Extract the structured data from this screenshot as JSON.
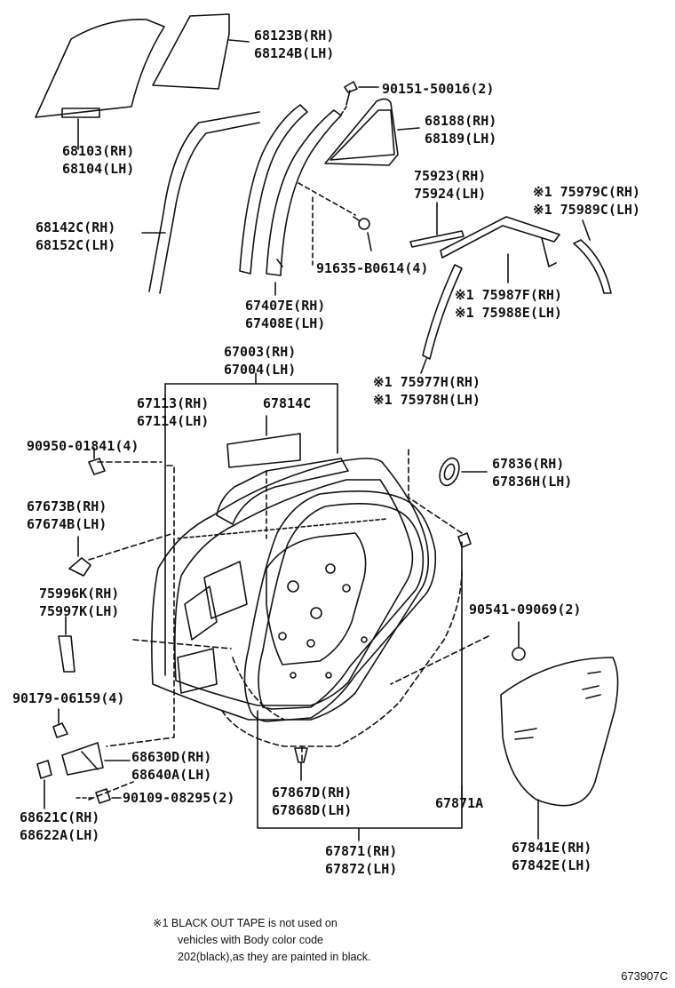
{
  "labels": {
    "p68123": [
      "68123B(RH)",
      "68124B(LH)"
    ],
    "p68103": [
      "68103(RH)",
      "68104(LH)"
    ],
    "p90151": [
      "90151-50016(2)"
    ],
    "p68188": [
      "68188(RH)",
      "68189(LH)"
    ],
    "p68142": [
      "68142C(RH)",
      "68152C(LH)"
    ],
    "p75923": [
      "75923(RH)",
      "75924(LH)"
    ],
    "p75979": [
      "※1 75979C(RH)",
      "※1 75989C(LH)"
    ],
    "p91635": [
      "91635-B0614(4)"
    ],
    "p67407": [
      "67407E(RH)",
      "67408E(LH)"
    ],
    "p75987": [
      "※1 75987F(RH)",
      "※1 75988E(LH)"
    ],
    "p67003": [
      "67003(RH)",
      "67004(LH)"
    ],
    "p75977": [
      "※1 75977H(RH)",
      "※1 75978H(LH)"
    ],
    "p67113": [
      "67113(RH)",
      "67114(LH)"
    ],
    "p67814": [
      "67814C"
    ],
    "p90950": [
      "90950-01841(4)"
    ],
    "p67836": [
      "67836(RH)",
      "67836H(LH)"
    ],
    "p67673": [
      "67673B(RH)",
      "67674B(LH)"
    ],
    "p75996": [
      "75996K(RH)",
      "75997K(LH)"
    ],
    "p90541": [
      "90541-09069(2)"
    ],
    "p90179": [
      "90179-06159(4)"
    ],
    "p68630": [
      "68630D(RH)",
      "68640A(LH)"
    ],
    "p90109": [
      "90109-08295(2)"
    ],
    "p67867": [
      "67867D(RH)",
      "67868D(LH)"
    ],
    "p67871A": [
      "67871A"
    ],
    "p68621": [
      "68621C(RH)",
      "68622A(LH)"
    ],
    "p67871": [
      "67871(RH)",
      "67872(LH)"
    ],
    "p67841": [
      "67841E(RH)",
      "67842E(LH)"
    ]
  },
  "footnote": {
    "line1": "※1 BLACK OUT TAPE is not used on",
    "line2": "vehicles with Body color code",
    "line3": "202(black),as they are painted in black."
  },
  "diagram_code": "673907C"
}
